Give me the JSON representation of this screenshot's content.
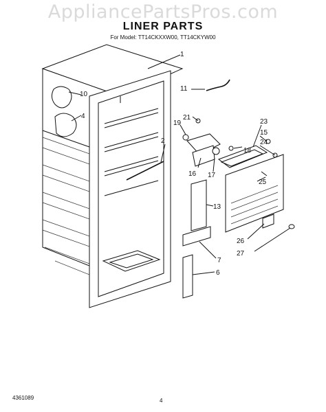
{
  "watermark": "AppliancePartsPros.com",
  "title": "LINER PARTS",
  "model_line": "For Model: TT14CKXXW00, TT14CKYW00",
  "footer_code": "4361089",
  "page_number": "4",
  "callouts": [
    "1",
    "11",
    "10",
    "4",
    "21",
    "19",
    "2",
    "23",
    "15",
    "24",
    "18",
    "25",
    "16",
    "17",
    "13",
    "26",
    "7",
    "27",
    "6"
  ]
}
